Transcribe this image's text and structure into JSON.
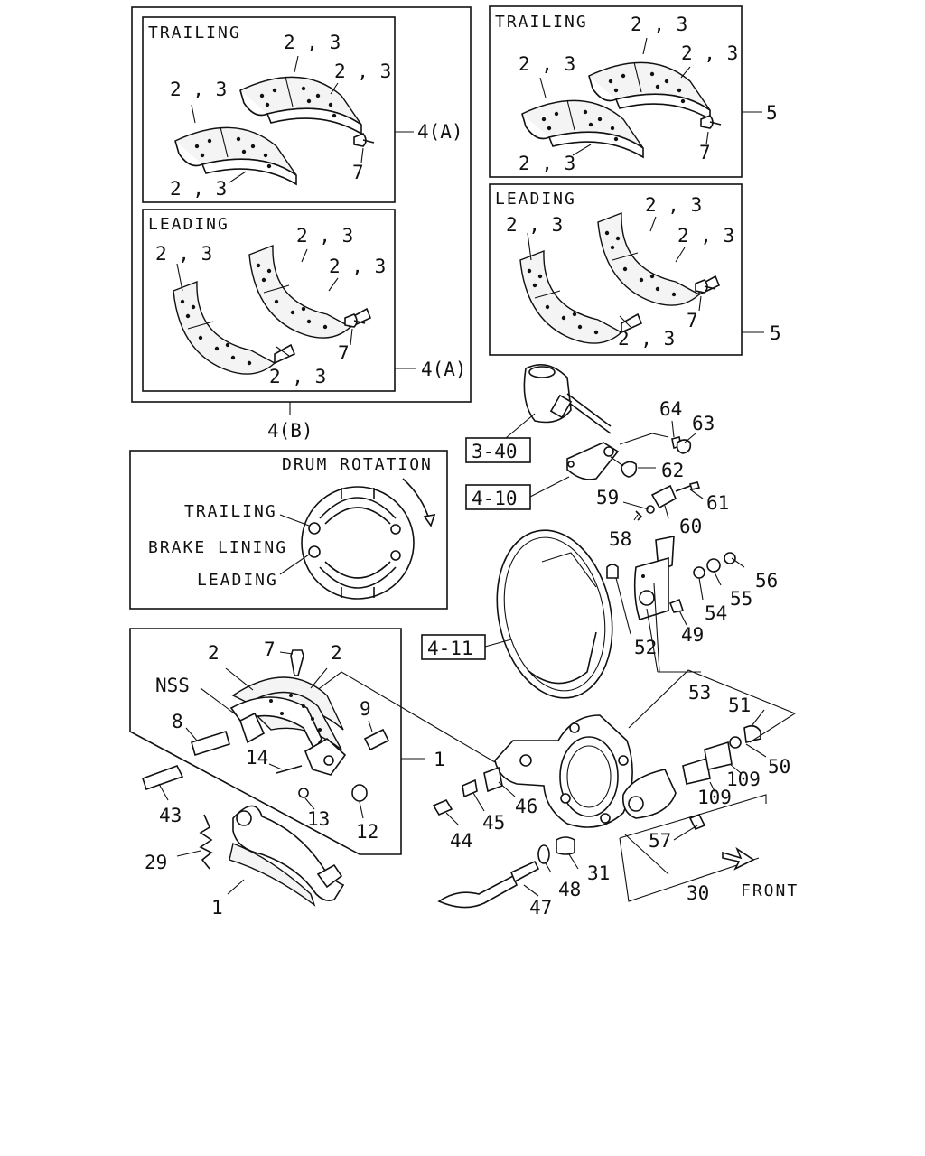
{
  "panels": {
    "trailing_title": "TRAILING",
    "leading_title": "LEADING"
  },
  "labels": {
    "ref_2_3": "2 , 3",
    "ref_7": "7",
    "ref_4a": "4(A)",
    "ref_4b": "4(B)",
    "ref_5": "5"
  },
  "drum_box": {
    "title": "DRUM ROTATION",
    "trailing": "TRAILING",
    "brake_lining": "BRAKE LINING",
    "leading": "LEADING"
  },
  "ref_boxes": {
    "b340": "3-40",
    "b410": "4-10",
    "b411": "4-11"
  },
  "parts": {
    "p64": "64",
    "p63": "63",
    "p62": "62",
    "p61": "61",
    "p59": "59",
    "p60": "60",
    "p58": "58",
    "p56": "56",
    "p55": "55",
    "p54": "54",
    "p49": "49",
    "p52": "52",
    "p53": "53",
    "p51": "51",
    "p50": "50",
    "p109": "109",
    "p57": "57",
    "p30": "30",
    "p31": "31",
    "p48": "48",
    "p47": "47",
    "p44": "44",
    "p45": "45",
    "p46": "46",
    "p1": "1",
    "p2": "2",
    "p7": "7",
    "nss": "NSS",
    "p8": "8",
    "p9": "9",
    "p14": "14",
    "p13": "13",
    "p12": "12",
    "p43": "43",
    "p29": "29"
  },
  "front": "FRONT"
}
